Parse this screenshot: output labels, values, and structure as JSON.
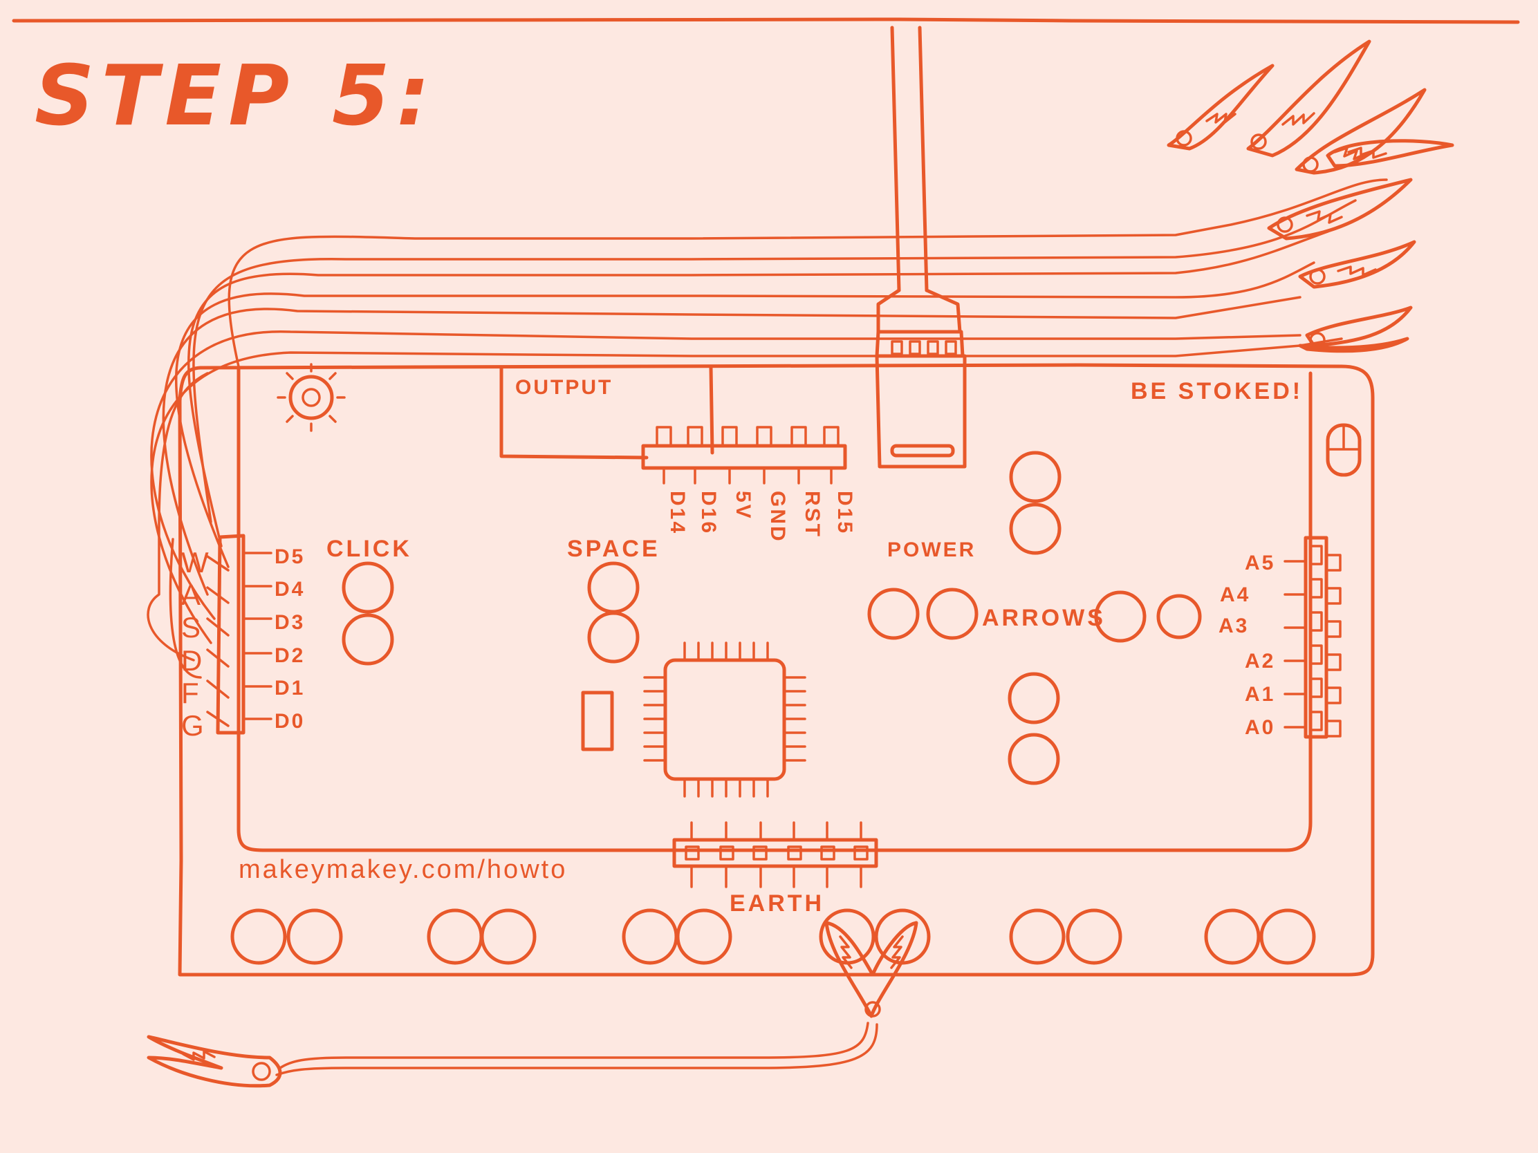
{
  "title": "STEP 5:",
  "board": {
    "output_label": "OUTPUT",
    "tagline": "BE STOKED!",
    "click_label": "CLICK",
    "space_label": "SPACE",
    "power_label": "POWER",
    "arrows_label": "ARROWS",
    "earth_label": "EARTH",
    "url": "makeymakey.com/howto",
    "top_pins": [
      "D14",
      "D16",
      "5V",
      "GND",
      "RST",
      "D15"
    ],
    "left_pins": [
      "D5",
      "D4",
      "D3",
      "D2",
      "D1",
      "D0"
    ],
    "left_keys": [
      "W",
      "A",
      "S",
      "D",
      "F",
      "G"
    ],
    "right_pins": [
      "A5",
      "A4",
      "A3",
      "A2",
      "A1",
      "A0"
    ]
  },
  "icons": [
    "gear-icon",
    "mouse-icon",
    "usb-cable-icon",
    "alligator-clip-icon",
    "chip-icon"
  ],
  "colors": {
    "background": "#fde8e1",
    "ink": "#e8582a"
  }
}
